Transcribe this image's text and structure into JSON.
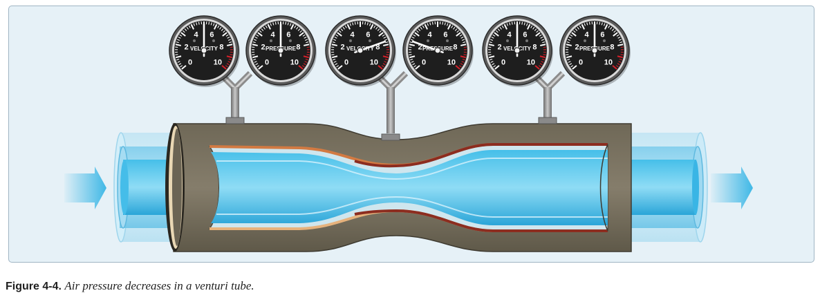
{
  "figure": {
    "label": "Figure 4-4.",
    "caption": "Air pressure decreases in a venturi tube."
  },
  "gauge_scale": [
    "0",
    "2",
    "4",
    "6",
    "8",
    "10"
  ],
  "gauge_groups": [
    {
      "velocity": {
        "label": "VELOCITY",
        "reading": 5.0
      },
      "pressure": {
        "label": "PRESSURE",
        "reading": 5.0
      }
    },
    {
      "velocity": {
        "label": "VELOCITY",
        "reading": 7.7
      },
      "pressure": {
        "label": "PRESSURE",
        "reading": 2.3
      }
    },
    {
      "velocity": {
        "label": "VELOCITY",
        "reading": 5.0
      },
      "pressure": {
        "label": "PRESSURE",
        "reading": 5.0
      }
    }
  ],
  "colors": {
    "panel_background": "#e6f1f7",
    "tube_shell": "#7a7260",
    "airflow": "#3fb8e6",
    "gauge_face": "#1e1e1e",
    "gauge_redline": "#d8202a"
  }
}
